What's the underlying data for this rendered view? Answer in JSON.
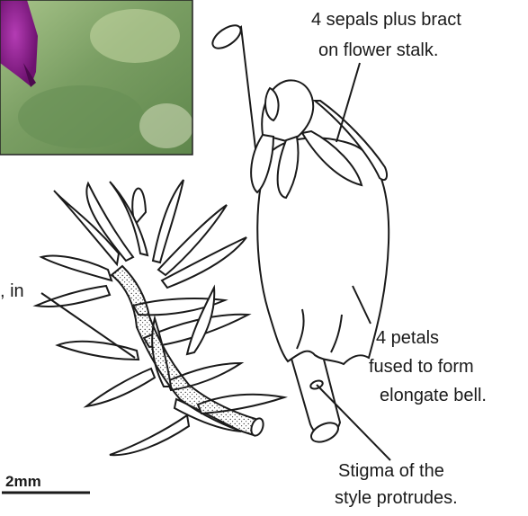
{
  "labels": {
    "sepals": [
      "4 sepals plus bract",
      "on flower stalk."
    ],
    "petals": [
      "4 petals",
      "fused to form",
      "elongate bell."
    ],
    "stigma": [
      "Stigma of the",
      "style protrudes."
    ],
    "leaf_partial": ", in",
    "scale": "2mm"
  },
  "photo": {
    "content": "close-up photo of purple flower against green background",
    "colors": {
      "bg": "#7fa26a",
      "flower": "#8a1d8a",
      "highlight": "#c8d8a8"
    }
  },
  "colors": {
    "ink": "#1a1a1a"
  }
}
